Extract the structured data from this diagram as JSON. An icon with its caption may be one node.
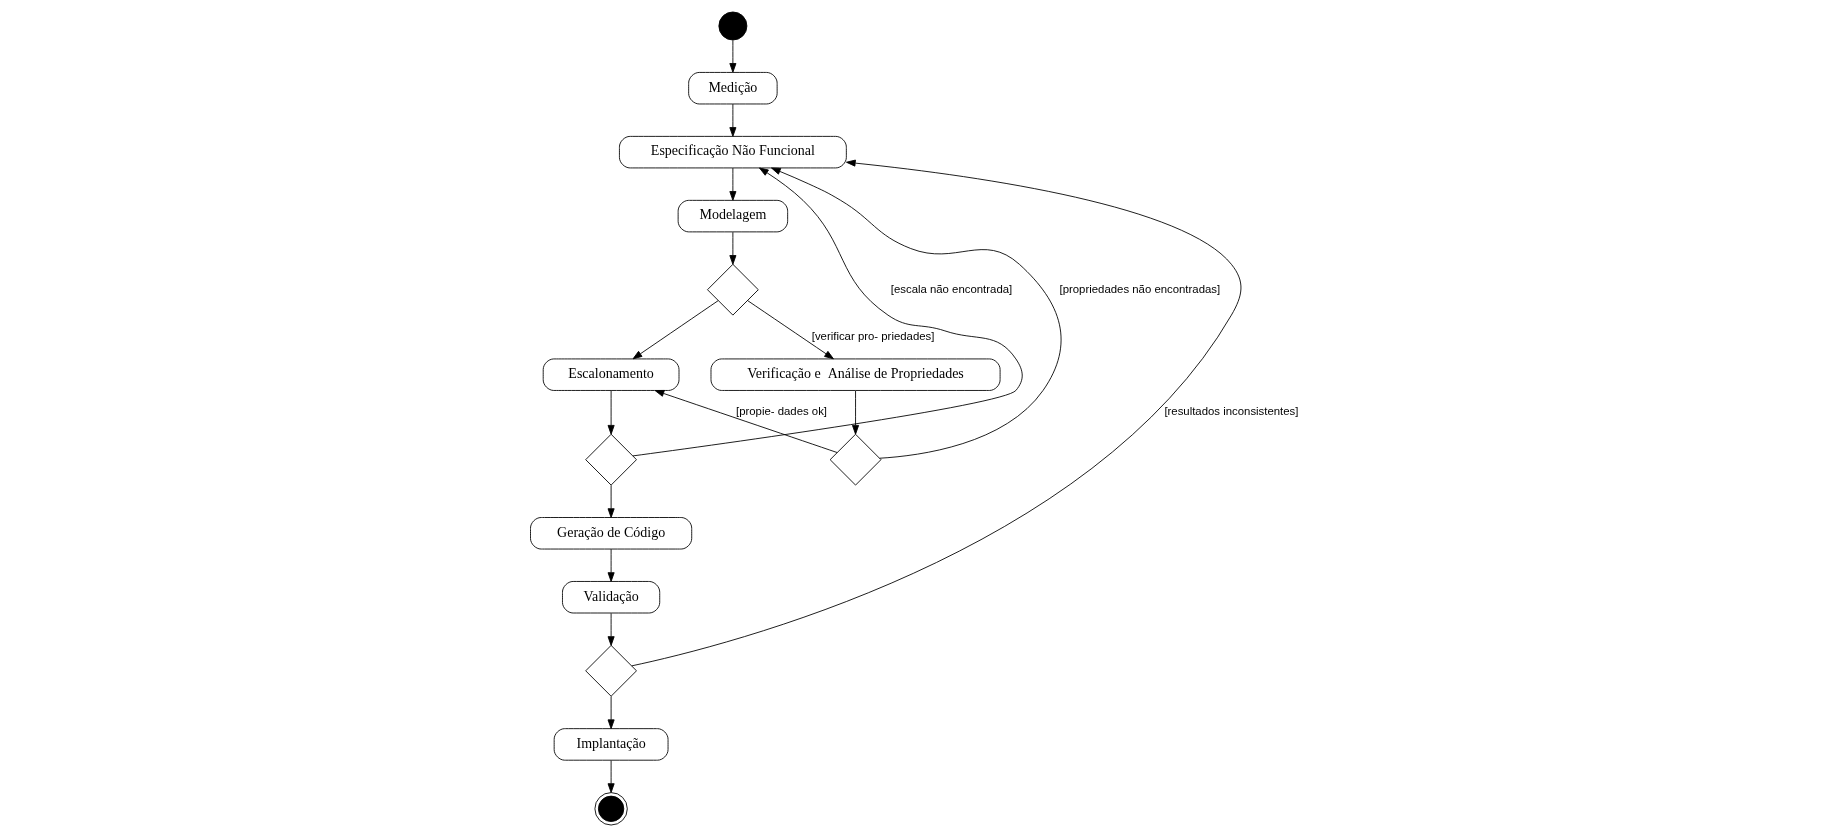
{
  "diagram": {
    "nodes": [
      {
        "text": [],
        "shape": "circle"
      },
      {
        "text": [
          "Medição"
        ]
      },
      {
        "text": [
          "Especificação Não Funcional"
        ]
      },
      {
        "text": [
          "Modelagem"
        ]
      },
      {
        "text": [],
        "shape": "diamond"
      },
      {
        "text": [
          "Escalonamento"
        ]
      },
      {
        "text": [],
        "shape": "diamond"
      },
      {
        "text": [
          "Geração de Código"
        ]
      },
      {
        "text": [
          "Verificação e  Análise de Propriedades"
        ]
      },
      {
        "text": [],
        "shape": "diamond"
      },
      {
        "text": [
          "Validação"
        ]
      },
      {
        "text": [],
        "shape": "diamond"
      },
      {
        "text": [
          "Implantação"
        ]
      },
      {
        "text": [],
        "shape": "circle"
      }
    ],
    "edges": [
      {
        "from": 0,
        "to": 1,
        "arrow": "to"
      },
      {
        "from": 1,
        "to": 2,
        "arrow": "to"
      },
      {
        "from": 2,
        "to": 3,
        "arrow": "to"
      },
      {
        "from": 3,
        "to": 4,
        "arrow": "to"
      },
      {
        "from": 4,
        "to": 5,
        "arrow": "to"
      },
      {
        "from": 4,
        "to": 8,
        "arrow": "to",
        "label": "[verificar pro- priedades]"
      },
      {
        "from": 5,
        "to": 6,
        "arrow": "to"
      },
      {
        "from": 6,
        "to": 7,
        "arrow": "to"
      },
      {
        "from": 6,
        "to": 2,
        "arrow": "to",
        "label": "[escala não encontrada]"
      },
      {
        "from": 8,
        "to": 9,
        "arrow": "to"
      },
      {
        "from": 9,
        "to": 5,
        "arrow": "to",
        "label": "[propie- dades ok]"
      },
      {
        "from": 9,
        "to": 2,
        "arrow": "to",
        "label": "[propriedades não encontradas]"
      },
      {
        "from": 7,
        "to": 10,
        "arrow": "to"
      },
      {
        "from": 10,
        "to": 11,
        "arrow": "to"
      },
      {
        "from": 11,
        "to": 2,
        "arrow": "to",
        "label": "[resultados inconsistentes]"
      },
      {
        "from": 11,
        "to": 12,
        "arrow": "to"
      },
      {
        "from": 12,
        "to": 13,
        "arrow": "to"
      }
    ]
  }
}
